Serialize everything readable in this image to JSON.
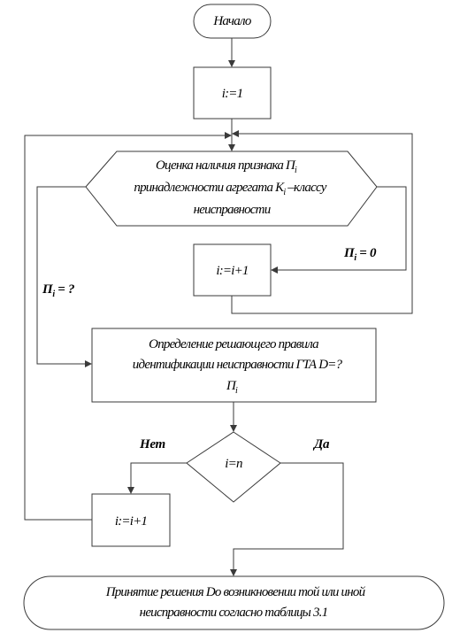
{
  "nodes": {
    "start": {
      "label": "Начало"
    },
    "init": {
      "label": "i:=1"
    },
    "evaluate": {
      "line1": "Оценка наличия признака  П",
      "line1_sub": "i",
      "line2": "принадлежности агрегата К",
      "line2_sub": "i",
      "line2_tail": " –классу",
      "line3": "неисправности"
    },
    "increment_inner": {
      "label": "i:=i+1"
    },
    "rule": {
      "line1": "Определение решающего правила",
      "line2": "идентификации неисправности ГТА  D=?",
      "line3": "П",
      "line3_sub": "i"
    },
    "check": {
      "label": "i=n"
    },
    "increment_outer": {
      "label": "i:=i+1"
    },
    "end": {
      "line1": "Принятие решения  Do возникновении той или иной",
      "line2": "неисправности согласно таблицы  3.1"
    }
  },
  "edge_labels": {
    "zero": {
      "main": "П",
      "sub": "i",
      "tail": "  = 0"
    },
    "unknown": {
      "main": "П",
      "sub": "i",
      "tail": "  = ?"
    },
    "no": "Нет",
    "yes": "Да"
  },
  "colors": {
    "line": "#3a3a3a",
    "text": "#000000",
    "fill": "#ffffff"
  }
}
